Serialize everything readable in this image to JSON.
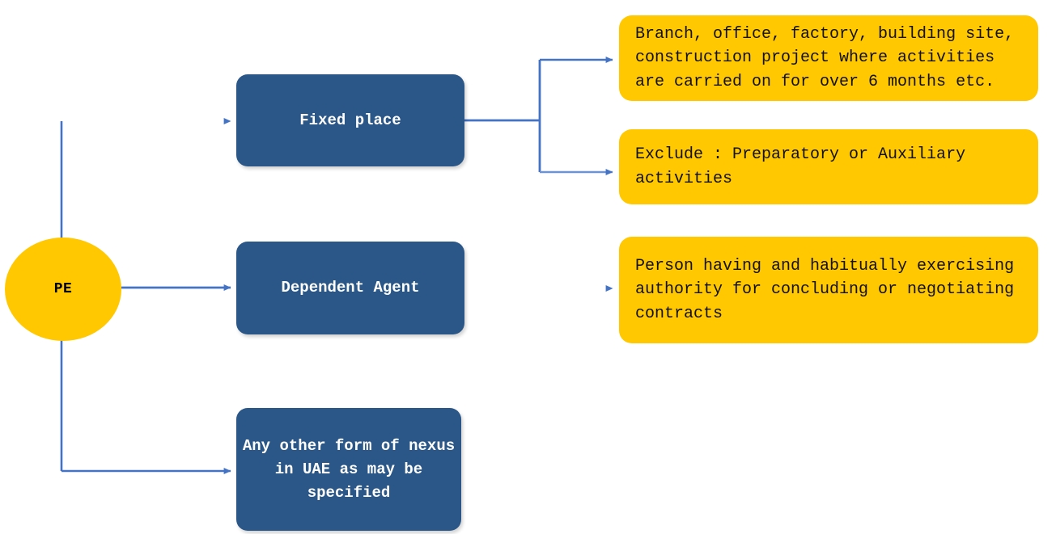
{
  "diagram": {
    "title": "PE",
    "colors": {
      "accent_yellow": "#FFC800",
      "accent_blue": "#2A5788",
      "connector_blue": "#4472C4",
      "text_on_blue": "#FFFFFF",
      "text_on_yellow": "#111111",
      "background": "#FFFFFF"
    },
    "root": {
      "label": "PE",
      "shape": "circle"
    },
    "branches": [
      {
        "id": "fixed-place",
        "label": "Fixed place",
        "shape": "rounded-rect",
        "details": [
          {
            "id": "branch-office-factory",
            "label": "Branch, office, factory, building site, construction project where activities are carried on for over 6 months etc.",
            "shape": "rounded-rect"
          },
          {
            "id": "exclude-preparatory",
            "label": "Exclude : Preparatory or Auxiliary activities",
            "shape": "rounded-rect"
          }
        ]
      },
      {
        "id": "dependent-agent",
        "label": "Dependent Agent",
        "shape": "rounded-rect",
        "details": [
          {
            "id": "person-authority",
            "label": "Person having and habitually exercising authority for concluding or negotiating contracts",
            "shape": "rounded-rect"
          }
        ]
      },
      {
        "id": "other-nexus",
        "label": "Any other form of nexus in UAE as may be specified",
        "shape": "rounded-rect",
        "details": []
      }
    ]
  }
}
